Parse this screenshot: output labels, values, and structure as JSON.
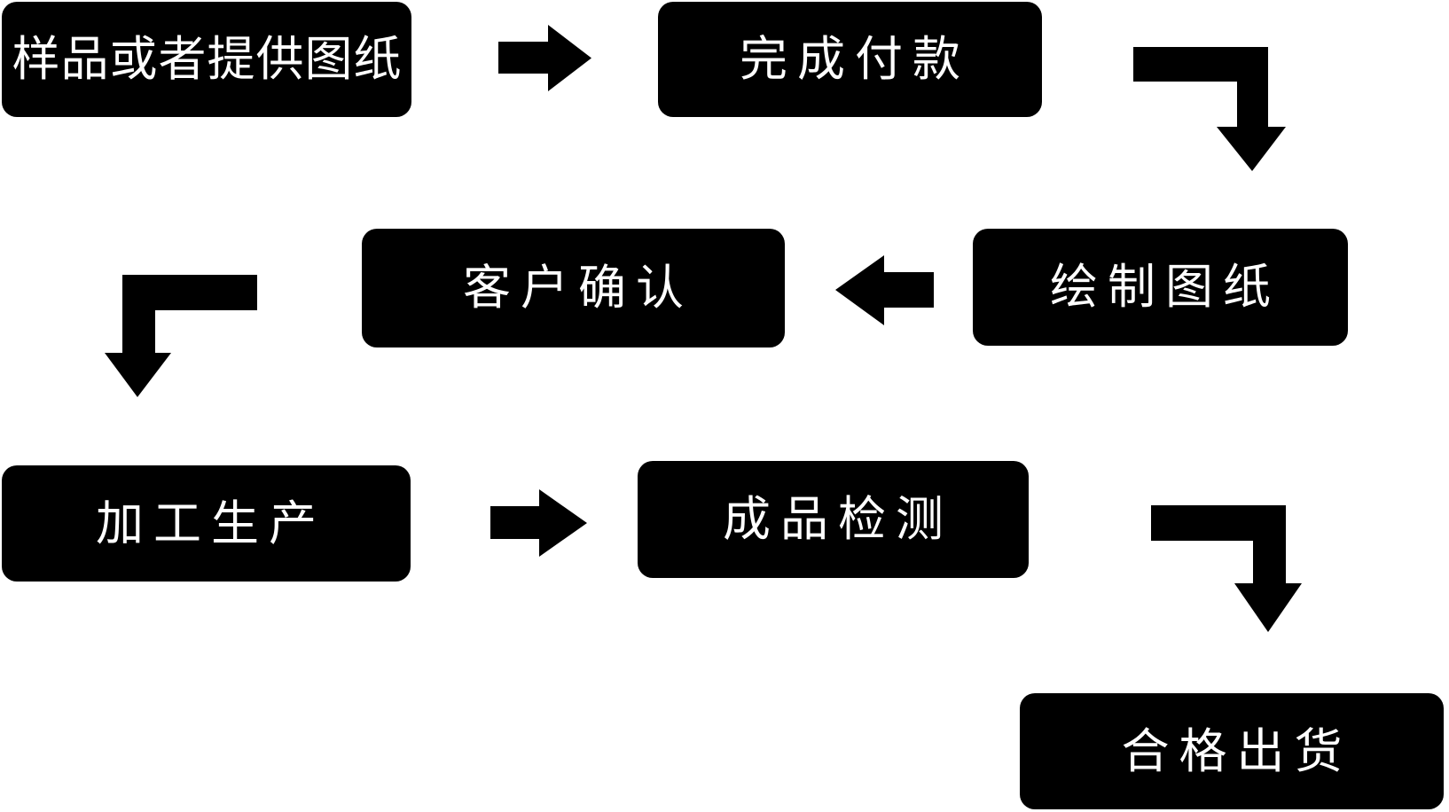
{
  "page": {
    "background_color": "#ffffff",
    "box_color": "#000000",
    "text_color": "#ffffff"
  },
  "flowchart": {
    "steps": [
      {
        "id": "sample",
        "label": "样品或者提供图纸"
      },
      {
        "id": "payment",
        "label": "完成付款"
      },
      {
        "id": "draw",
        "label": "绘制图纸"
      },
      {
        "id": "confirm",
        "label": "客户确认"
      },
      {
        "id": "produce",
        "label": "加工生产"
      },
      {
        "id": "inspect",
        "label": "成品检测"
      },
      {
        "id": "ship",
        "label": "合格出货"
      }
    ],
    "connections": [
      {
        "from": "样品或者提供图纸",
        "to": "完成付款",
        "icon": "arrow-right-icon"
      },
      {
        "from": "完成付款",
        "to": "绘制图纸",
        "icon": "arrow-elbow-right-down-icon"
      },
      {
        "from": "绘制图纸",
        "to": "客户确认",
        "icon": "arrow-left-icon"
      },
      {
        "from": "客户确认",
        "to": "加工生产",
        "icon": "arrow-elbow-left-down-icon"
      },
      {
        "from": "加工生产",
        "to": "成品检测",
        "icon": "arrow-right-icon"
      },
      {
        "from": "成品检测",
        "to": "合格出货",
        "icon": "arrow-elbow-right-down-icon"
      }
    ]
  }
}
